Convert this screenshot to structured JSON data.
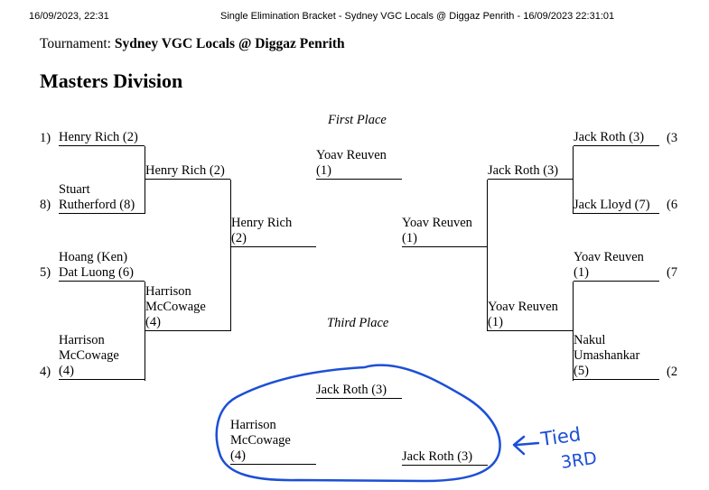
{
  "print_header": {
    "date_left": "16/09/2023, 22:31",
    "title": "Single Elimination Bracket - Sydney VGC Locals @ Diggaz Penrith - 16/09/2023 22:31:01"
  },
  "tournament": {
    "label": "Tournament:",
    "name": "Sydney VGC Locals @ Diggaz Penrith"
  },
  "division": "Masters Division",
  "left": {
    "r1": [
      {
        "seed": "1)",
        "lines": [
          "Henry Rich (2)"
        ]
      },
      {
        "seed": "8)",
        "lines": [
          "Stuart",
          "Rutherford (8)"
        ]
      },
      {
        "seed": "5)",
        "lines": [
          "Hoang (Ken)",
          "Dat Luong (6)"
        ]
      },
      {
        "seed": "4)",
        "lines": [
          "Harrison",
          "McCowage",
          "(4)"
        ]
      }
    ],
    "r2": [
      {
        "lines": [
          "Henry Rich (2)"
        ]
      },
      {
        "lines": [
          "Harrison",
          "McCowage",
          "(4)"
        ]
      }
    ],
    "r3": {
      "lines": [
        "Henry Rich",
        "(2)"
      ]
    }
  },
  "right": {
    "r1": [
      {
        "seed": "(3",
        "lines": [
          "Jack Roth (3)"
        ]
      },
      {
        "seed": "(6",
        "lines": [
          "Jack Lloyd (7)"
        ]
      },
      {
        "seed": "(7",
        "lines": [
          "Yoav Reuven",
          "(1)"
        ]
      },
      {
        "seed": "(2",
        "lines": [
          "Nakul",
          "Umashankar",
          "(5)"
        ]
      }
    ],
    "r2": [
      {
        "lines": [
          "Jack Roth (3)"
        ]
      },
      {
        "lines": [
          "Yoav Reuven",
          "(1)"
        ]
      }
    ],
    "r3": {
      "lines": [
        "Yoav Reuven",
        "(1)"
      ]
    }
  },
  "first_place": {
    "label": "First Place",
    "winner_lines": [
      "Yoav Reuven",
      "(1)"
    ]
  },
  "third_place": {
    "label": "Third Place",
    "top": "Jack Roth (3)",
    "left_lines": [
      "Harrison",
      "McCowage",
      "(4)"
    ],
    "right": "Jack Roth (3)"
  },
  "annotation": {
    "line1": "Tied",
    "line2": "3RD",
    "ink_color": "#1c4fd6"
  }
}
